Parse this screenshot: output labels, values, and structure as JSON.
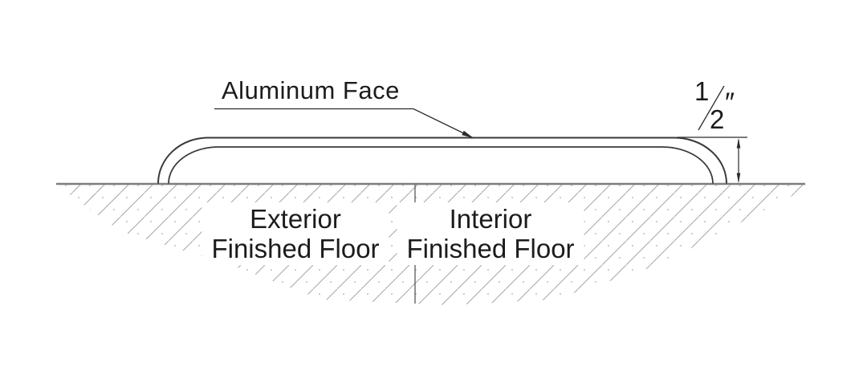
{
  "drawing": {
    "callout": {
      "label": "Aluminum Face"
    },
    "dimension": {
      "numerator": "1",
      "denominator": "2",
      "unit_mark": "″"
    },
    "floors": {
      "exterior": {
        "line1": "Exterior",
        "line2": "Finished Floor"
      },
      "interior": {
        "line1": "Interior",
        "line2": "Finished Floor"
      }
    },
    "colors": {
      "background": "#ffffff",
      "profile_line": "#3a3a3a",
      "floor_line": "#7d7d7d",
      "hatch_line": "#a6a6aa",
      "hatch_dot": "#c9c9cd",
      "divider_line": "#4a4a4a",
      "annotation_line": "#2b2b2b",
      "text": "#1c1c1e"
    }
  }
}
